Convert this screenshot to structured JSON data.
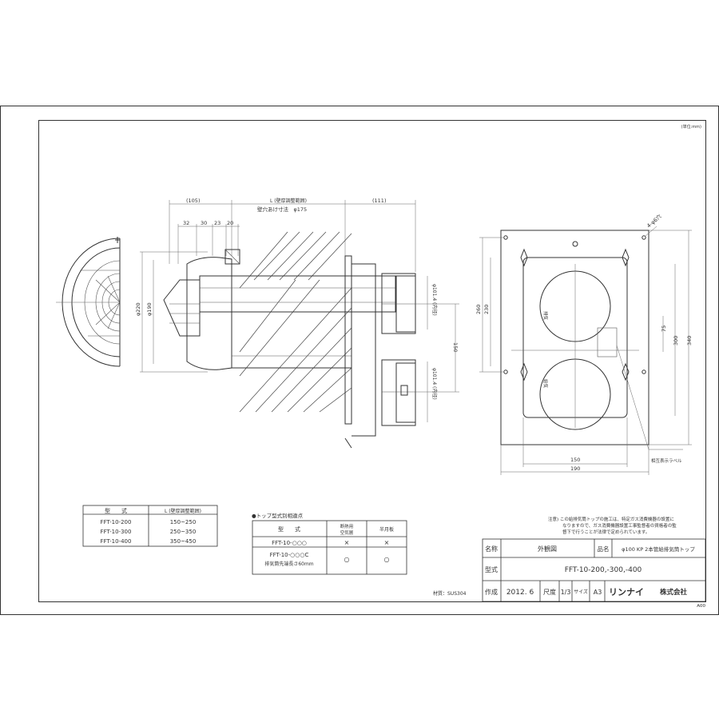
{
  "unit_note": "(単位:mm)",
  "side_view": {
    "dim_105": "(105)",
    "dim_L": "L (壁厚調整範囲)",
    "dim_111": "(111)",
    "wall_hole": "壁穴あけ寸法　φ175",
    "d32": "32",
    "d30": "30",
    "d23": "23",
    "d20": "20",
    "phi220": "φ220",
    "phi190": "φ190",
    "phi101_top": "φ101.4 (内径)",
    "phi101_bottom": "φ101.4 (内径)",
    "d150": "150"
  },
  "front_view": {
    "holes": "4-φ6穴",
    "d260": "260",
    "d230": "230",
    "d75": "75",
    "d300": "300",
    "d340": "340",
    "d150": "150",
    "d190": "190",
    "exhaust": "排気",
    "intake": "給気",
    "label": "相互表示ラベル"
  },
  "model_table": {
    "headers": [
      "型　　式",
      "L (壁厚調整範囲)"
    ],
    "rows": [
      [
        "FFT-10-200",
        "150~250"
      ],
      [
        "FFT-10-300",
        "250~350"
      ],
      [
        "FFT-10-400",
        "350~450"
      ]
    ]
  },
  "diff_table": {
    "title": "●トップ型式別相違点",
    "headers": [
      "型　　式",
      "断熱用\n空気層",
      "半月板"
    ],
    "rows": [
      [
        "FFT-10-○○○",
        "×",
        "×"
      ],
      [
        "FFT-10-○○○C\n排気筒先端長さ60mm",
        "○",
        "○"
      ]
    ]
  },
  "material": "材質：SUS304",
  "note": "注意) この給排気筒トップの施工は、特定ガス消費機器の設置に\nなりますので、ガス消費機器設置工事監督者の資格者の監\n督下で行うことが法律で定められています。",
  "title_block": {
    "name_label": "名称",
    "name_value": "外観図",
    "product_label": "品名",
    "product_value": "φ100 KP 2本管給排気筒トップ",
    "model_label": "型式",
    "model_value": "FFT-10-200,-300,-400",
    "created_label": "作成",
    "created_value": "2012. 6",
    "scale_label": "尺度",
    "scale_value": "1/3",
    "size_label": "サイズ",
    "size_value": "A3",
    "company_logo": "リンナイ",
    "company_suffix": "株式会社",
    "rev": "A00"
  },
  "colors": {
    "line": "#333333",
    "paper": "#ffffff"
  }
}
